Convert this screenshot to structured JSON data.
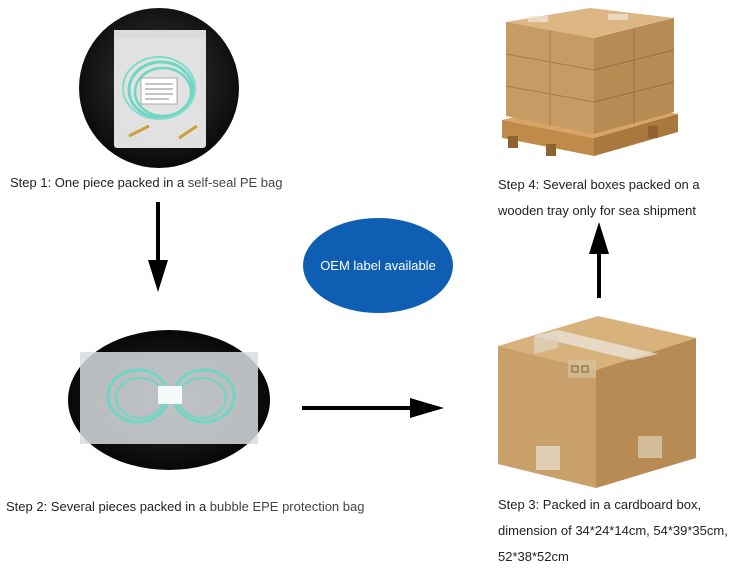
{
  "steps": [
    {
      "id": 1,
      "text_pre": "Step 1: One piece packed in a ",
      "text_hl": "self-seal PE bag",
      "text_post": ""
    },
    {
      "id": 2,
      "text_pre": "Step 2: Several pieces packed in a ",
      "text_hl": "bubble EPE protection bag",
      "text_post": ""
    },
    {
      "id": 3,
      "lines": [
        "Step 3: Packed in a cardboard box,",
        "dimension of 34*24*14cm, 54*39*35cm,",
        "52*38*52cm"
      ]
    },
    {
      "id": 4,
      "lines": [
        "Step 4: Several boxes packed on a",
        "wooden tray only for sea shipment"
      ]
    }
  ],
  "badge": {
    "text": "OEM label available",
    "color": "#0e5fb3"
  },
  "colors": {
    "arrow": "#000000",
    "cable": "#6fd6c4",
    "cardboard": "#c9a06a",
    "pallet": "#d9a566"
  }
}
